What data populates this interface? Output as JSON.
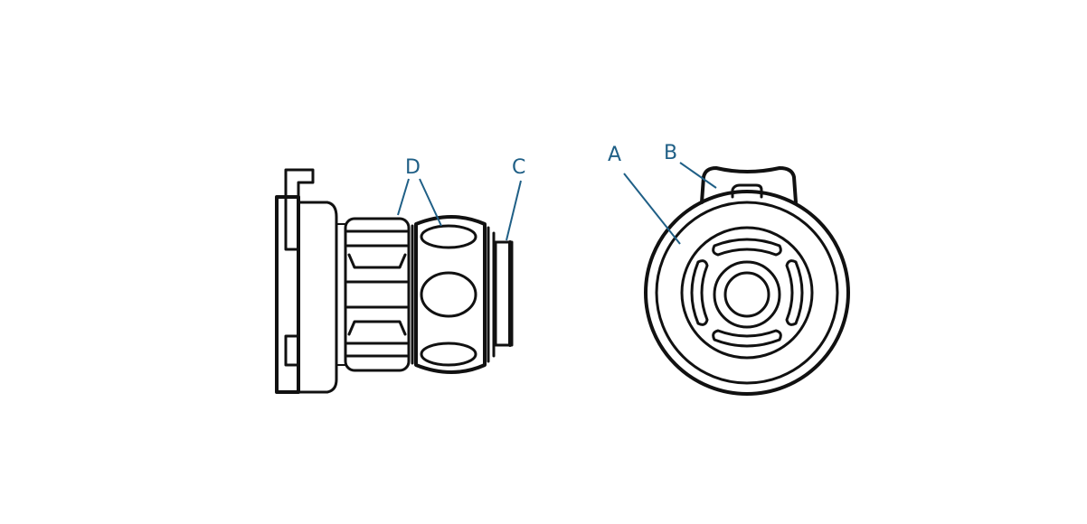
{
  "diagram": {
    "views": [
      "side-view",
      "front-view"
    ],
    "labels": {
      "A": "A",
      "B": "B",
      "C": "C",
      "D": "D"
    },
    "colors": {
      "label": "#1f5f86",
      "line": "#111111",
      "background": "#ffffff"
    }
  }
}
